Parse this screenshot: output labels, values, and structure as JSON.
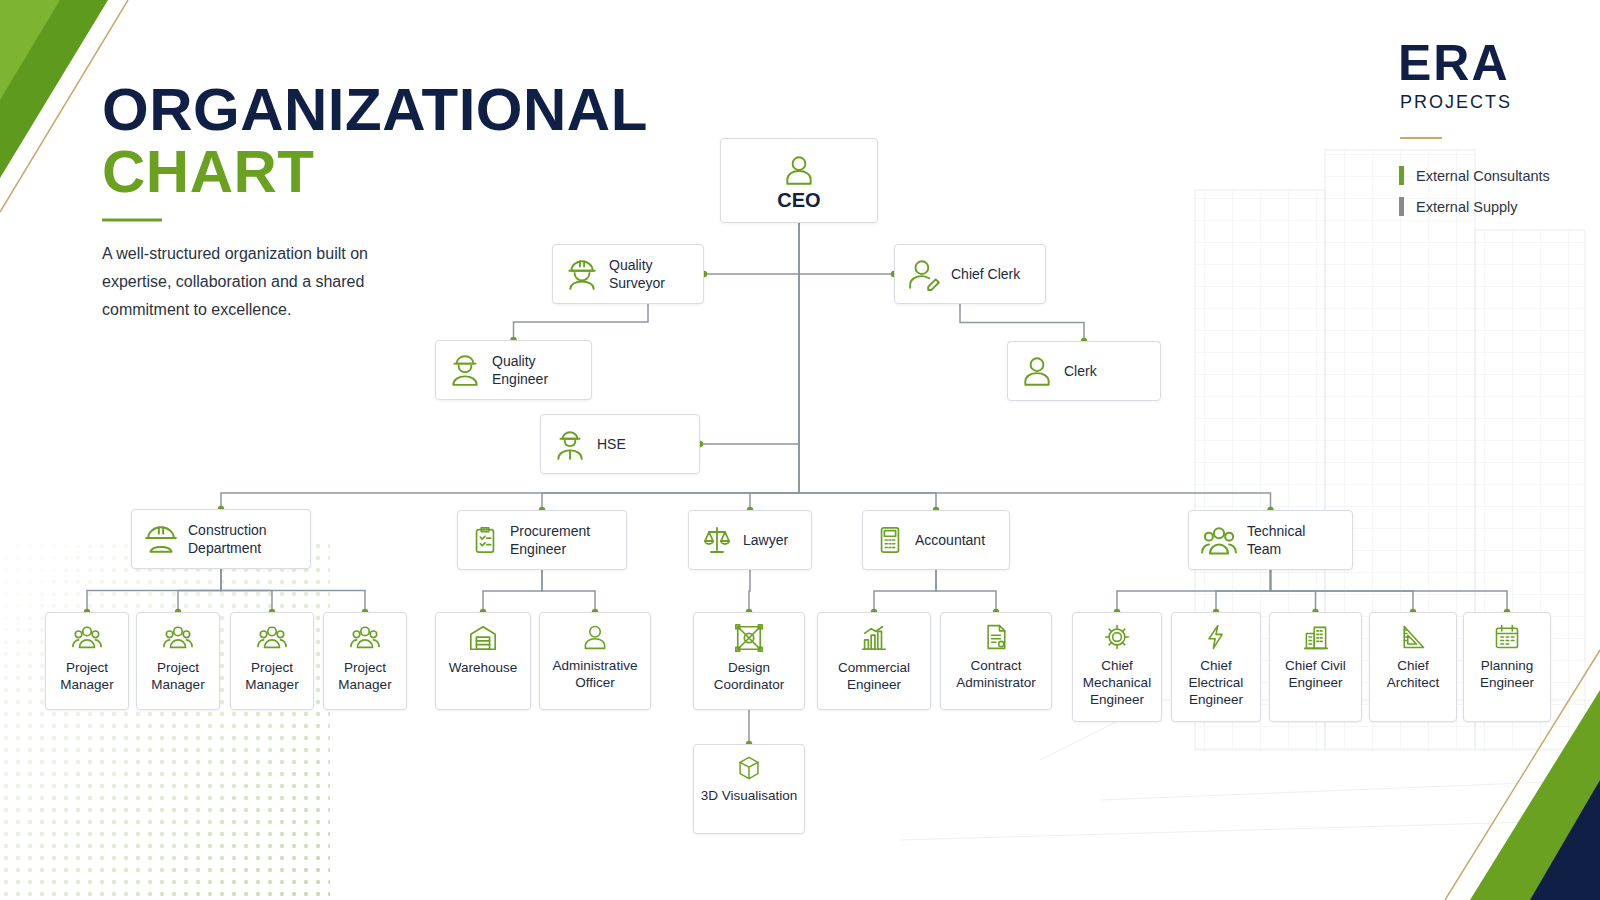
{
  "diagram": {
    "title": "ORGANIZATIONAL",
    "caption": "A well-structured organization built on expertise, collaboration and a shared commitment to excellence.",
    "nodes": [
      {
        "text": [
          "CEO"
        ]
      },
      {
        "text": [
          "Quality Surveyor"
        ]
      },
      {
        "text": [
          "Chief Clerk"
        ]
      },
      {
        "text": [
          "Quality Engineer"
        ]
      },
      {
        "text": [
          "Clerk"
        ]
      },
      {
        "text": [
          "HSE"
        ]
      },
      {
        "text": [
          "Construction Department"
        ]
      },
      {
        "text": [
          "Procurement Engineer"
        ]
      },
      {
        "text": [
          "Lawyer"
        ]
      },
      {
        "text": [
          "Accountant"
        ]
      },
      {
        "text": [
          "Technical Team"
        ]
      },
      {
        "text": [
          "Project Manager"
        ]
      },
      {
        "text": [
          "Project Manager"
        ]
      },
      {
        "text": [
          "Project Manager"
        ]
      },
      {
        "text": [
          "Project Manager"
        ]
      },
      {
        "text": [
          "Warehouse"
        ]
      },
      {
        "text": [
          "Administrative Officer"
        ]
      },
      {
        "text": [
          "Design Coordinator"
        ]
      },
      {
        "text": [
          "Commercial Engineer"
        ]
      },
      {
        "text": [
          "Contract Administrator"
        ]
      },
      {
        "text": [
          "Chief Mechanical Engineer"
        ]
      },
      {
        "text": [
          "Chief Electrical Engineer"
        ]
      },
      {
        "text": [
          "Chief Civil Engineer"
        ]
      },
      {
        "text": [
          "Chief Architect"
        ]
      },
      {
        "text": [
          "Planning Engineer"
        ]
      },
      {
        "text": [
          "3D Visualisation"
        ]
      }
    ],
    "edges": [
      {
        "from": 0,
        "to": 1,
        "arrow": "none"
      },
      {
        "from": 0,
        "to": 2,
        "arrow": "none"
      },
      {
        "from": 1,
        "to": 3,
        "arrow": "none"
      },
      {
        "from": 2,
        "to": 4,
        "arrow": "none"
      },
      {
        "from": 0,
        "to": 5,
        "arrow": "none"
      },
      {
        "from": 0,
        "to": 6,
        "arrow": "none"
      },
      {
        "from": 0,
        "to": 7,
        "arrow": "none"
      },
      {
        "from": 0,
        "to": 8,
        "arrow": "none"
      },
      {
        "from": 0,
        "to": 9,
        "arrow": "none"
      },
      {
        "from": 0,
        "to": 10,
        "arrow": "none"
      },
      {
        "from": 6,
        "to": 11,
        "arrow": "none"
      },
      {
        "from": 6,
        "to": 12,
        "arrow": "none"
      },
      {
        "from": 6,
        "to": 13,
        "arrow": "none"
      },
      {
        "from": 6,
        "to": 14,
        "arrow": "none"
      },
      {
        "from": 7,
        "to": 15,
        "arrow": "none"
      },
      {
        "from": 7,
        "to": 16,
        "arrow": "none"
      },
      {
        "from": 8,
        "to": 17,
        "arrow": "none"
      },
      {
        "from": 9,
        "to": 18,
        "arrow": "none"
      },
      {
        "from": 9,
        "to": 19,
        "arrow": "none"
      },
      {
        "from": 10,
        "to": 20,
        "arrow": "none"
      },
      {
        "from": 10,
        "to": 21,
        "arrow": "none"
      },
      {
        "from": 10,
        "to": 22,
        "arrow": "none"
      },
      {
        "from": 10,
        "to": 23,
        "arrow": "none"
      },
      {
        "from": 10,
        "to": 24,
        "arrow": "none"
      },
      {
        "from": 17,
        "to": 25,
        "arrow": "none"
      }
    ],
    "labels": [
      "CHART",
      "ERA",
      "PROJECTS"
    ],
    "legend": [
      {
        "text": "External Consultants",
        "color": "#6aa121"
      },
      {
        "text": "External Supply",
        "color": "#8a8a8a"
      }
    ]
  }
}
